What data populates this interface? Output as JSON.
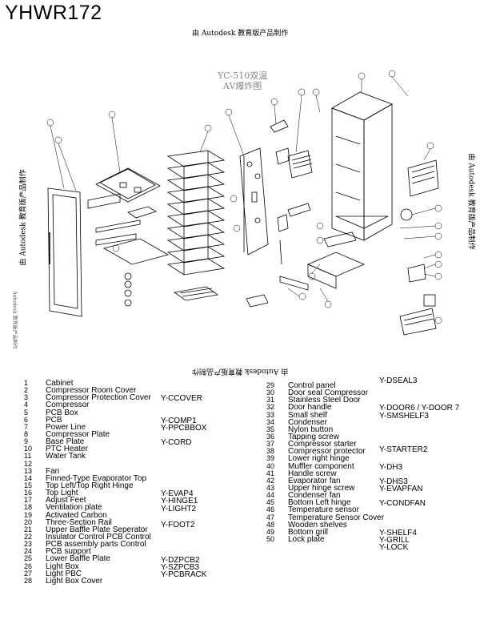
{
  "title": "YHWR172",
  "stamp": "由 Autodesk 教育版产品制作",
  "side_note": "Autodesk 教育版产品制作",
  "diagram": {
    "caption_line1": "YC-510双温",
    "caption_line2": "AV爆炸图"
  },
  "parts_left": [
    {
      "no": "1",
      "name": "Cabinet"
    },
    {
      "no": "2",
      "name": "Compressor Room Cover"
    },
    {
      "no": "3",
      "name": "Compressor Protection Cover"
    },
    {
      "no": "4",
      "name": "Compressor"
    },
    {
      "no": "5",
      "name": "PCB Box"
    },
    {
      "no": "6",
      "name": "PCB"
    },
    {
      "no": "7",
      "name": "Power Line"
    },
    {
      "no": "8",
      "name": "Compressor Plate"
    },
    {
      "no": "9",
      "name": "Base Plate"
    },
    {
      "no": "10",
      "name": "PTC Heater"
    },
    {
      "no": "11",
      "name": "Water Tank"
    },
    {
      "no": "12",
      "name": ""
    },
    {
      "no": "13",
      "name": "Fan"
    },
    {
      "no": "14",
      "name": "Finned-Type Evaporator Top"
    },
    {
      "no": "15",
      "name": "Top Left/Top Right Hinge"
    },
    {
      "no": "16",
      "name": "Top Light"
    },
    {
      "no": "17",
      "name": "Adjust Feet"
    },
    {
      "no": "18",
      "name": "Ventilation plate"
    },
    {
      "no": "19",
      "name": "Activated Carbon"
    },
    {
      "no": "20",
      "name": "Three-Section Rail"
    },
    {
      "no": "21",
      "name": "Upper Baffle Plate Seperator"
    },
    {
      "no": "22",
      "name": "Insulator Control PCB Control"
    },
    {
      "no": "23",
      "name": "PCB assembly parts Control"
    },
    {
      "no": "24",
      "name": "PCB support"
    },
    {
      "no": "25",
      "name": "Lower Baffle Plate"
    },
    {
      "no": "26",
      "name": "Light Box"
    },
    {
      "no": "27",
      "name": "Light PBC"
    },
    {
      "no": "28",
      "name": "Light Box Cover"
    }
  ],
  "codes_left": [
    {
      "row": 2,
      "code": "Y-CCOVER"
    },
    {
      "row": 5,
      "code": "Y-COMP1"
    },
    {
      "row": 6,
      "code": "Y-PPCBBOX"
    },
    {
      "row": 8,
      "code": "Y-CORD"
    },
    {
      "row": 15,
      "code": "Y-EVAP4"
    },
    {
      "row": 16,
      "code": "Y-HINGE1"
    },
    {
      "row": 17,
      "code": "Y-LIGHT2"
    },
    {
      "row": 19.2,
      "code": "Y-FOOT2"
    },
    {
      "row": 24,
      "code": "Y-DZPCB2"
    },
    {
      "row": 25,
      "code": "Y-SZPCB3"
    },
    {
      "row": 26,
      "code": "Y-PCBRACK"
    }
  ],
  "parts_right": [
    {
      "no": "29",
      "name": "Control panel"
    },
    {
      "no": "30",
      "name": "Door seal Compressor"
    },
    {
      "no": "31",
      "name": "Stainless Steel Door"
    },
    {
      "no": "32",
      "name": "Door handle"
    },
    {
      "no": "33",
      "name": "Small shelf"
    },
    {
      "no": "34",
      "name": "Condenser"
    },
    {
      "no": "35",
      "name": "Nylon button"
    },
    {
      "no": "36",
      "name": "Tapping screw"
    },
    {
      "no": "37",
      "name": "Compressor starter"
    },
    {
      "no": "38",
      "name": "Compressor protector"
    },
    {
      "no": "39",
      "name": "Lower right hinge"
    },
    {
      "no": "40",
      "name": "Muffler component"
    },
    {
      "no": "41",
      "name": "Handle screw"
    },
    {
      "no": "42",
      "name": "Evaporator fan"
    },
    {
      "no": "43",
      "name": "Upper hinge screw"
    },
    {
      "no": "44",
      "name": "Condenser fan"
    },
    {
      "no": "45",
      "name": "Bottom Left hinge"
    },
    {
      "no": "46",
      "name": "Temperature sensor"
    },
    {
      "no": "47",
      "name": "Temperature Sensor Cover"
    },
    {
      "no": "48",
      "name": "Wooden shelves"
    },
    {
      "no": "49",
      "name": "Bottom grill"
    },
    {
      "no": "50",
      "name": "Lock plate"
    }
  ],
  "codes_right": [
    {
      "row": -0.8,
      "code": "Y-DSEAL3"
    },
    {
      "row": 3,
      "code": "Y-DOOR6 / Y-DOOR 7"
    },
    {
      "row": 4,
      "code": "Y-SMSHELF3"
    },
    {
      "row": 8.6,
      "code": "Y-STARTER2"
    },
    {
      "row": 11,
      "code": "Y-DH3"
    },
    {
      "row": 13,
      "code": "Y-DHS3"
    },
    {
      "row": 14,
      "code": "Y-EVAPFAN"
    },
    {
      "row": 16,
      "code": "Y-CONDFAN"
    },
    {
      "row": 20,
      "code": "Y-SHELF4"
    },
    {
      "row": 21,
      "code": "Y-GRILL"
    },
    {
      "row": 22,
      "code": "Y-LOCK"
    }
  ]
}
